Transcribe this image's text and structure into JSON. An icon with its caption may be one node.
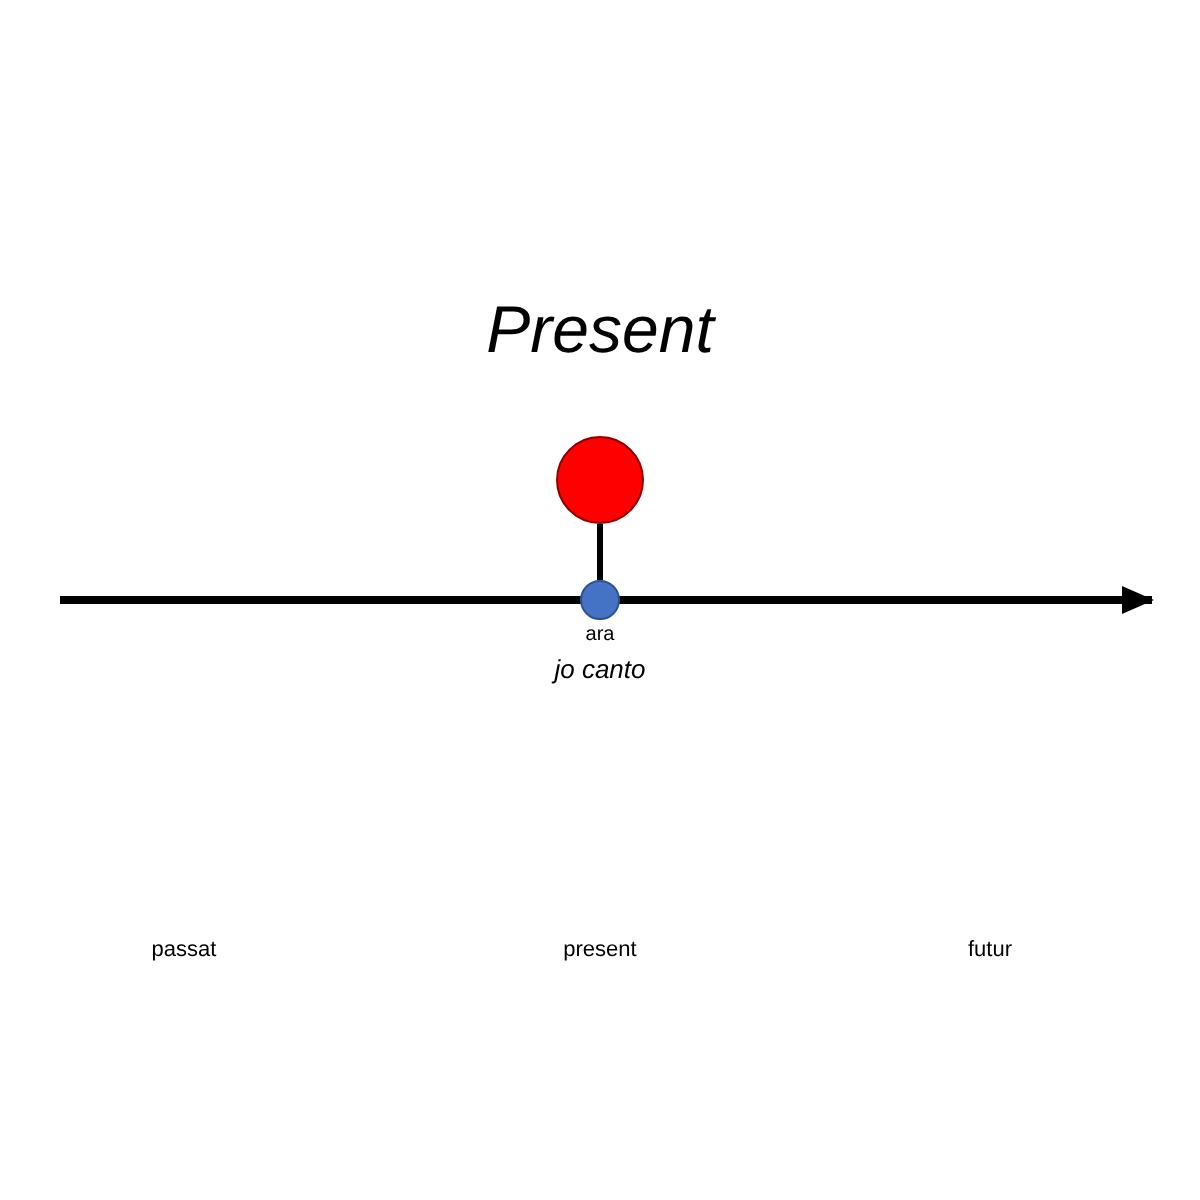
{
  "diagram": {
    "title": "Present",
    "nodes": [
      {
        "text": [],
        "shape": "circle"
      },
      {
        "text": [],
        "shape": "circle",
        "beside": [
          "ara",
          "jo canto"
        ]
      }
    ],
    "edges": [
      {
        "from": 0,
        "to": 1,
        "arrow": "none"
      }
    ],
    "labels": [
      "passat",
      "present",
      "futur"
    ]
  }
}
